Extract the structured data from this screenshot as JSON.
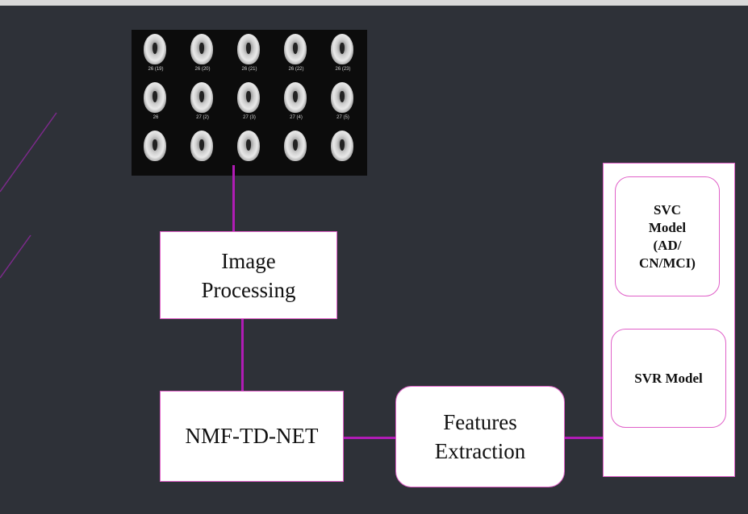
{
  "diagram": {
    "mri_labels": [
      "26 (19)",
      "26 (20)",
      "26 (21)",
      "26 (22)",
      "26 (23)",
      "26",
      "27 (2)",
      "27 (3)",
      "27 (4)",
      "27 (5)",
      "",
      "",
      "",
      "",
      ""
    ],
    "image_processing": {
      "line1": "Image",
      "line2": "Processing"
    },
    "nmf_td_net": "NMF-TD-NET",
    "features_extraction": {
      "line1": "Features",
      "line2": "Extraction"
    },
    "svc_model": {
      "line1": "SVC",
      "line2": "Model",
      "line3": "(AD/",
      "line4": "CN/MCI)"
    },
    "svr_model": "SVR Model"
  },
  "colors": {
    "background": "#2e3138",
    "arrow": "#b01cb5",
    "box_border": "#e060c8",
    "box_fill": "#ffffff"
  }
}
